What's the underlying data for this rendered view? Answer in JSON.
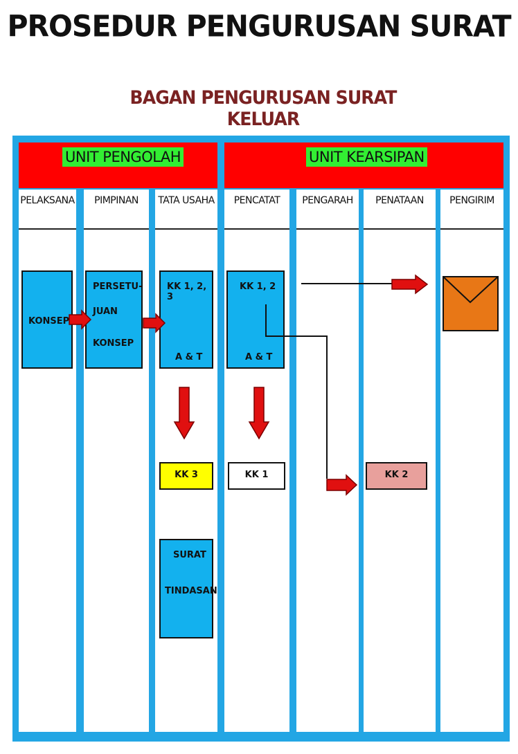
{
  "title": "PROSEDUR PENGURUSAN SURAT",
  "subtitle": "BAGAN PENGURUSAN SURAT KELUAR",
  "units": {
    "pengolah": "UNIT PENGOLAH",
    "kearsipan": "UNIT KEARSIPAN"
  },
  "columns": [
    "PELAKSANA",
    "PIMPINAN",
    "TATA USAHA",
    "PENCATAT",
    "PENGARAH",
    "PENATAAN",
    "PENGIRIM"
  ],
  "boxes": {
    "konsep": "KONSEP",
    "persetujuan_1": "PERSETU-",
    "persetujuan_2": "JUAN",
    "persetujuan_3": "KONSEP",
    "tu_top": "KK 1, 2, 3",
    "tu_bottom": "A & T",
    "pencatat_top": "KK  1, 2",
    "pencatat_bottom": "A & T",
    "kk3": "KK 3",
    "kk1": "KK 1",
    "kk2": "KK 2",
    "surat_1": "SURAT",
    "surat_2": "TINDASAN"
  },
  "colors": {
    "frame": "#23a6e4",
    "unit_band": "#ff0000",
    "unit_label": "#33ee33",
    "box": "#13b1ee",
    "kk3": "#ffff00",
    "kk1": "#ffffff",
    "kk2": "#e8a09c",
    "envelope": "#e87716",
    "arrow": "#e01010"
  }
}
